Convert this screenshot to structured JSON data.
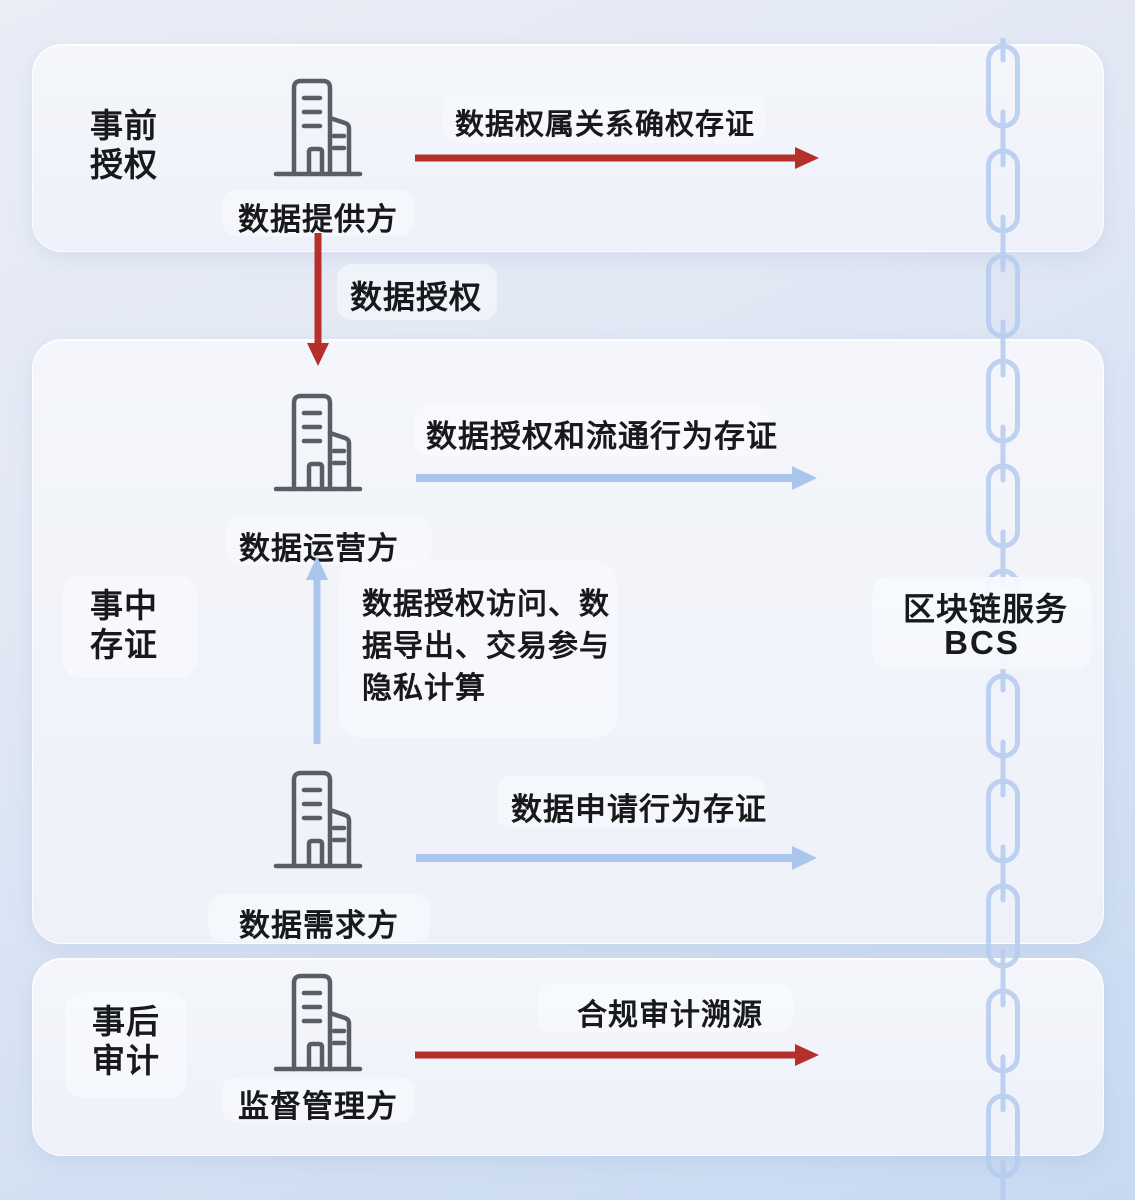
{
  "stage_labels": {
    "pre": {
      "line1": "事前",
      "line2": "授权"
    },
    "mid": {
      "line1": "事中",
      "line2": "存证"
    },
    "post": {
      "line1": "事后",
      "line2": "审计"
    }
  },
  "actors": {
    "provider": "数据提供方",
    "operator": "数据运营方",
    "consumer": "数据需求方",
    "regulator": "监督管理方"
  },
  "arrows": {
    "provider_to_chain": "数据权属关系确权存证",
    "provider_to_operator": "数据授权",
    "operator_to_chain": "数据授权和流通行为存证",
    "consumer_to_operator": {
      "line1": "数据授权访问、数",
      "line2": "据导出、交易参与",
      "line3": "隐私计算"
    },
    "consumer_to_chain": "数据申请行为存证",
    "regulator_to_chain": "合规审计溯源"
  },
  "blockchain": {
    "line1": "区块链服务",
    "line2": "BCS"
  },
  "colors": {
    "red_arrow": "#b5302b",
    "blue_arrow": "#abc6ec",
    "chain": "#b5cbf0",
    "building_icon": "#5a5d63",
    "text": "#18191b",
    "panel_bg": "#f1f3fa"
  }
}
